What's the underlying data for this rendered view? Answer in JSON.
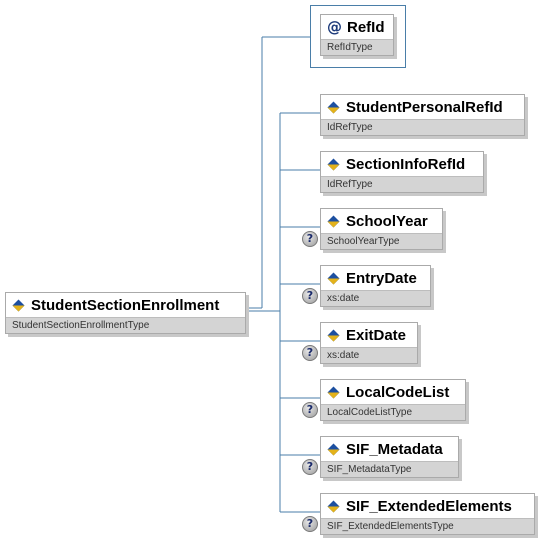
{
  "root": {
    "name": "StudentSectionEnrollment",
    "type": "StudentSectionEnrollmentType",
    "icon": "element-icon"
  },
  "attribute": {
    "name": "RefId",
    "type": "RefIdType",
    "icon": "@"
  },
  "children": [
    {
      "name": "StudentPersonalRefId",
      "type": "IdRefType",
      "optional": false
    },
    {
      "name": "SectionInfoRefId",
      "type": "IdRefType",
      "optional": false
    },
    {
      "name": "SchoolYear",
      "type": "SchoolYearType",
      "optional": true
    },
    {
      "name": "EntryDate",
      "type": "xs:date",
      "optional": true
    },
    {
      "name": "ExitDate",
      "type": "xs:date",
      "optional": true
    },
    {
      "name": "LocalCodeList",
      "type": "LocalCodeListType",
      "optional": true
    },
    {
      "name": "SIF_Metadata",
      "type": "SIF_MetadataType",
      "optional": true
    },
    {
      "name": "SIF_ExtendedElements",
      "type": "SIF_ExtendedElementsType",
      "optional": true
    }
  ],
  "optional_marker": "?",
  "colors": {
    "connector": "#4a7ea8",
    "type_bar": "#d4d4d4",
    "icon_blue": "#1c4fa0",
    "icon_gold": "#e3b21b"
  }
}
